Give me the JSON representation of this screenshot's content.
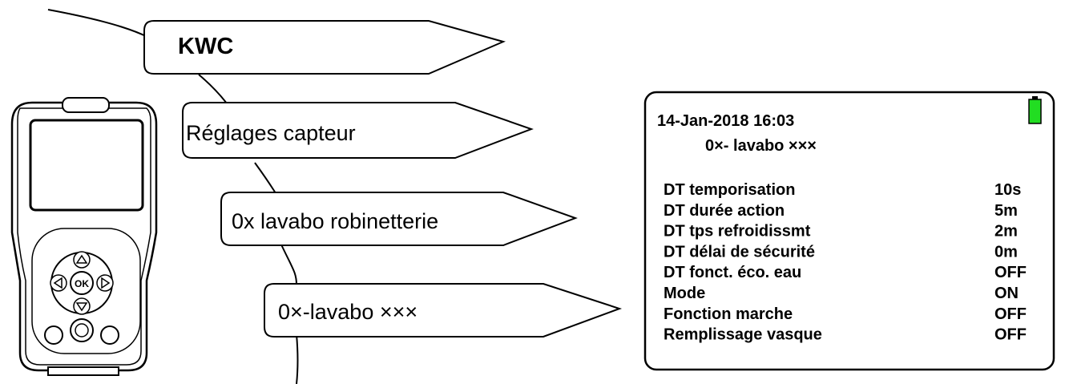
{
  "menu_path": [
    {
      "label": "KWC",
      "bold": true
    },
    {
      "label": "Réglages capteur",
      "bold": false
    },
    {
      "label": "0x lavabo robinetterie",
      "bold": false
    },
    {
      "label": "0×-lavabo ×××",
      "bold": false
    }
  ],
  "device": {
    "buttons": [
      {
        "name": "up-arrow-button",
        "glyph": "△"
      },
      {
        "name": "left-arrow-button",
        "glyph": "◁"
      },
      {
        "name": "ok-button",
        "glyph": "OK"
      },
      {
        "name": "right-arrow-button",
        "glyph": "▷"
      },
      {
        "name": "down-arrow-button",
        "glyph": "▽"
      }
    ]
  },
  "screen": {
    "datetime": "14-Jan-2018 16:03",
    "title": "0×- lavabo ×××",
    "battery_color": "#22dd22",
    "rows": [
      {
        "label": "DT temporisation",
        "value": "10s"
      },
      {
        "label": "DT durée action",
        "value": "5m"
      },
      {
        "label": "DT tps refroidissmt",
        "value": "2m"
      },
      {
        "label": "DT délai de sécurité",
        "value": "0m"
      },
      {
        "label": "DT fonct. éco. eau",
        "value": "OFF"
      },
      {
        "label": "Mode",
        "value": "ON"
      },
      {
        "label": "Fonction marche",
        "value": "OFF"
      },
      {
        "label": "Remplissage vasque",
        "value": "OFF"
      }
    ]
  }
}
